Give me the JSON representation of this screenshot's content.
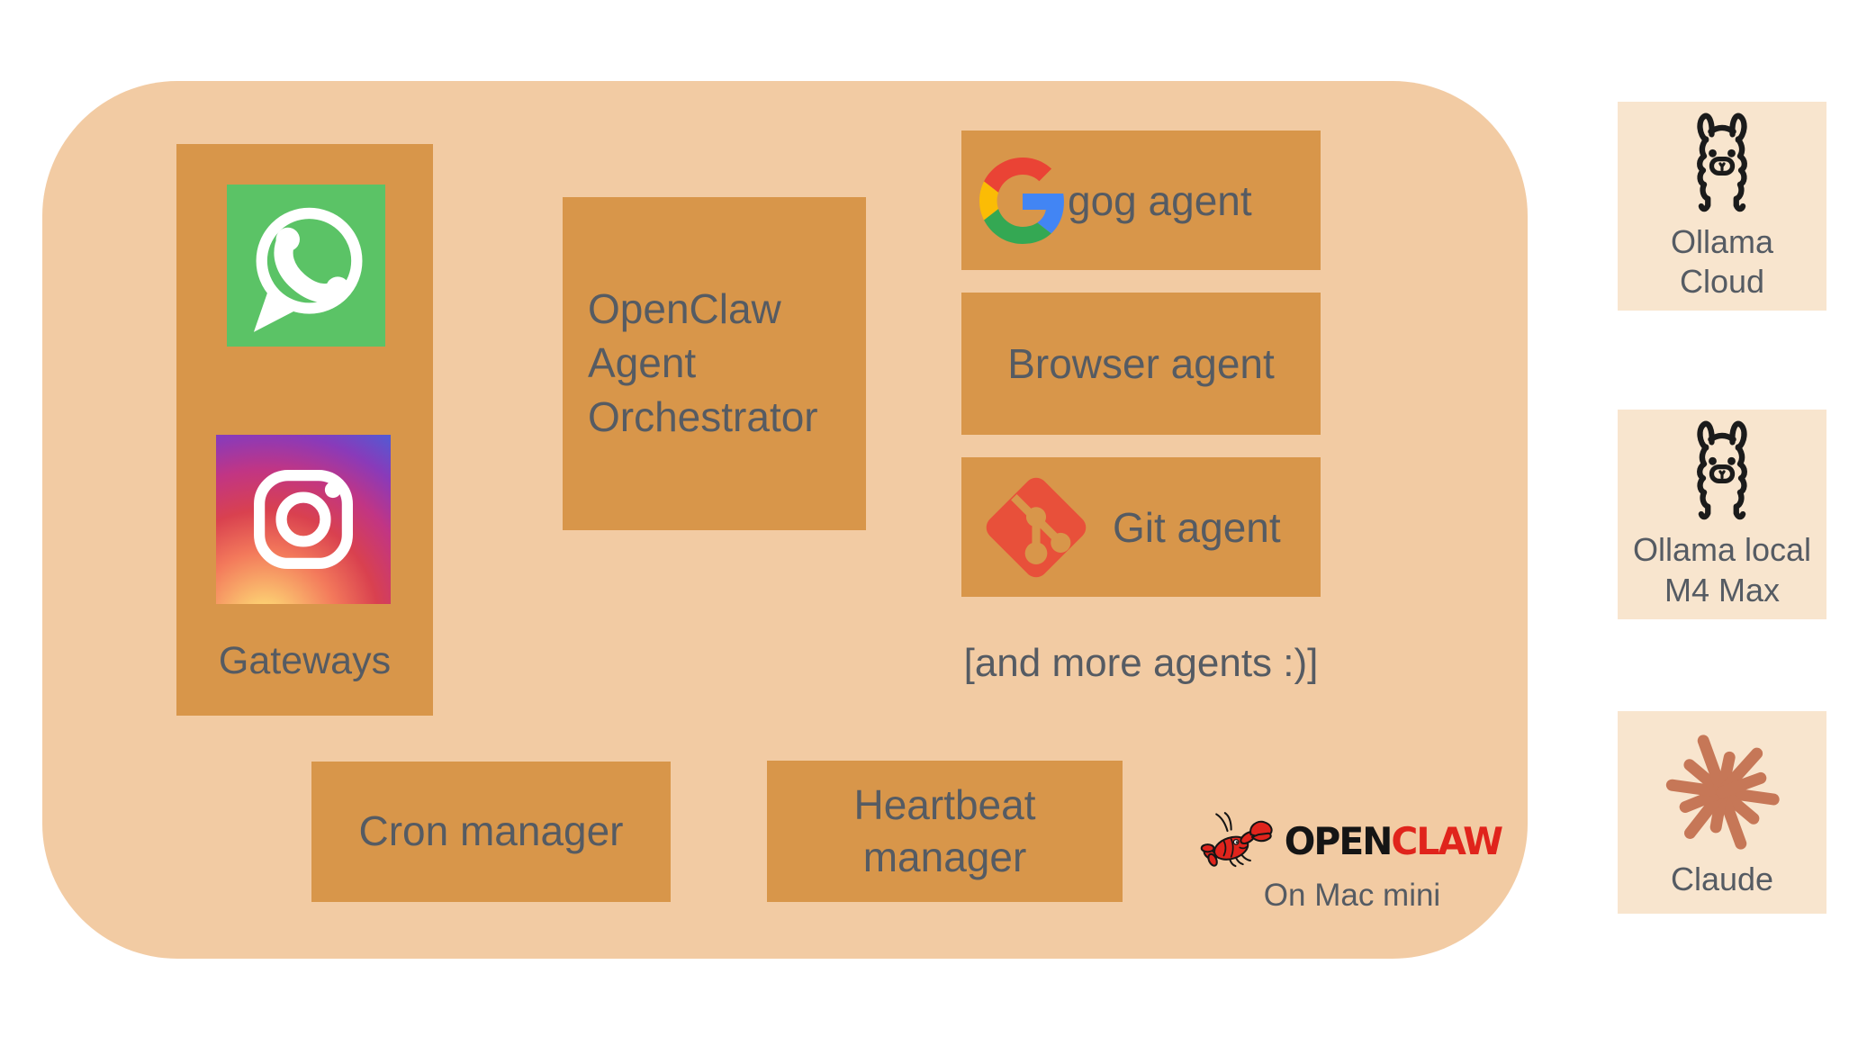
{
  "diagram": {
    "gateways": {
      "label": "Gateways",
      "icons": [
        "whatsapp-icon",
        "instagram-icon"
      ]
    },
    "orchestrator_box": {
      "lines": [
        "OpenClaw",
        "Agent",
        "Orchestrator"
      ]
    },
    "agents": [
      {
        "label": "gog agent",
        "icon": "google-g-icon"
      },
      {
        "label": "Browser agent",
        "icon": null
      },
      {
        "label": "Git agent",
        "icon": "git-icon"
      }
    ],
    "agents_note": "[and more agents :)]",
    "managers": [
      {
        "lines": [
          "Cron manager"
        ]
      },
      {
        "lines": [
          "Heartbeat",
          "manager"
        ]
      }
    ],
    "branding": {
      "icon": "lobster-icon",
      "logo_text_primary": "OPEN",
      "logo_text_accent": "CLAW",
      "subtitle": "On Mac mini"
    },
    "providers": [
      {
        "icon": "ollama-llama-icon",
        "lines": [
          "Ollama",
          "Cloud"
        ]
      },
      {
        "icon": "ollama-llama-icon",
        "lines": [
          "Ollama local",
          "M4 Max"
        ]
      },
      {
        "icon": "claude-starburst-icon",
        "lines": [
          "Claude"
        ]
      }
    ],
    "colors": {
      "canvas": "#ffffff",
      "container": "#F2CBA3",
      "box": "#D8964A",
      "provider_box": "#F8E5CE",
      "text": "#555B63",
      "whatsapp_green": "#5BC366",
      "git_red": "#E8503A",
      "claude_terracotta": "#C67757",
      "logo_black": "#151515",
      "logo_red": "#E0241C"
    }
  }
}
